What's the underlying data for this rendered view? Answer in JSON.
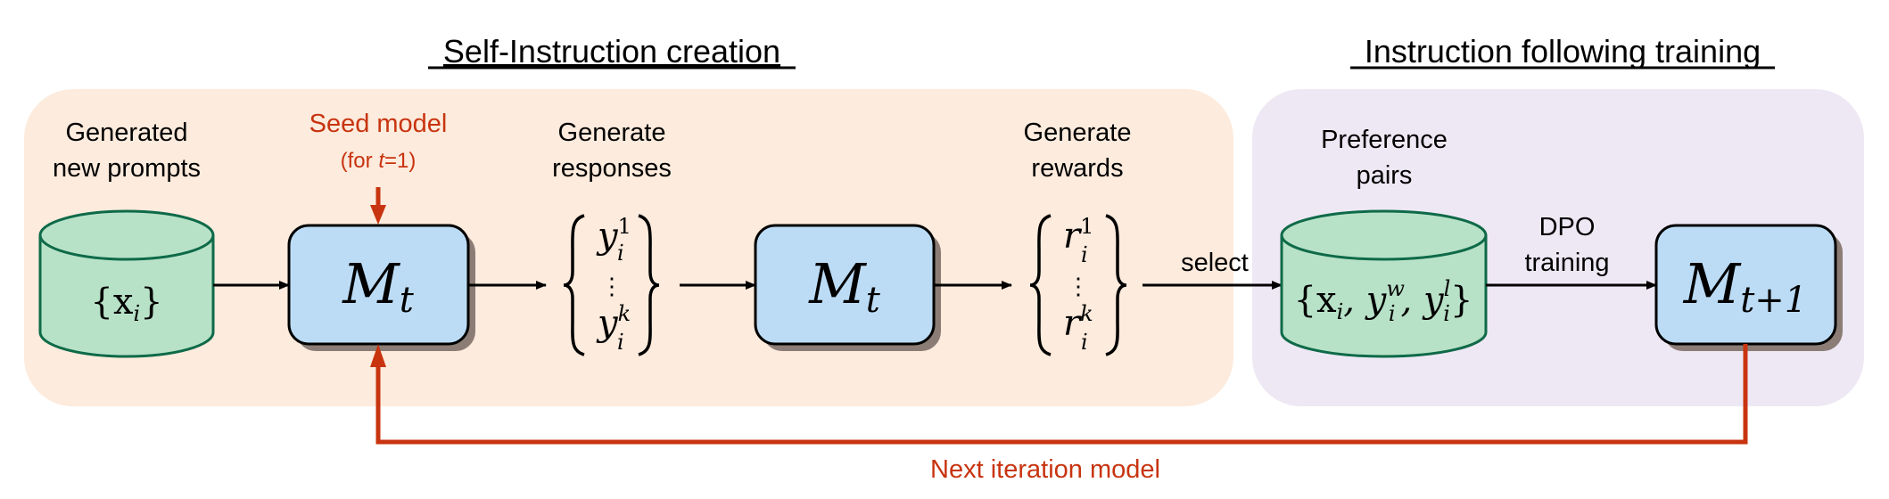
{
  "colors": {
    "stage1_bg": "#fdebdd",
    "stage2_bg": "#eee8f4",
    "cylinder_fill": "#b8e2c8",
    "cylinder_stroke": "#0e6a48",
    "model_fill": "#bcdcf6",
    "model_shadow": "#8b7d76",
    "accent_red": "#c8340f",
    "arrow_black": "#000000"
  },
  "sections": {
    "self_instruction_title": "Self-Instruction creation",
    "training_title": "Instruction following training"
  },
  "nodes": {
    "prompts": {
      "label_line1": "Generated",
      "label_line2": "new prompts",
      "content": "{x",
      "content_sub": "i",
      "content_close": "}"
    },
    "seed": {
      "label_line1": "Seed model",
      "label_line2_prefix": "(for ",
      "label_line2_var": "t",
      "label_line2_suffix": "=1)"
    },
    "model_1": {
      "symbol": "M",
      "subscript": "t"
    },
    "responses": {
      "label_line1": "Generate",
      "label_line2": "responses",
      "top_var": "y",
      "top_sup": "1",
      "top_sub": "i",
      "ellipsis": "⋮",
      "bottom_var": "y",
      "bottom_sup": "k",
      "bottom_sub": "i"
    },
    "model_2": {
      "symbol": "M",
      "subscript": "t"
    },
    "rewards": {
      "label_line1": "Generate",
      "label_line2": "rewards",
      "top_var": "r",
      "top_sup": "1",
      "top_sub": "i",
      "ellipsis": "⋮",
      "bottom_var": "r",
      "bottom_sup": "k",
      "bottom_sub": "i"
    },
    "preference_pairs": {
      "label_line1": "Preference",
      "label_line2": "pairs",
      "content": "{x",
      "x_sub": "i",
      "sep1": ", y",
      "yw_sup": "w",
      "yw_sub": "i",
      "sep2": ", y",
      "yl_sup": "l",
      "yl_sub": "i",
      "close": "}"
    },
    "model_next": {
      "symbol": "M",
      "subscript": "t+1"
    }
  },
  "edges": {
    "select_label": "select",
    "dpo_label_line1": "DPO",
    "dpo_label_line2": "training",
    "feedback_label": "Next iteration model"
  }
}
